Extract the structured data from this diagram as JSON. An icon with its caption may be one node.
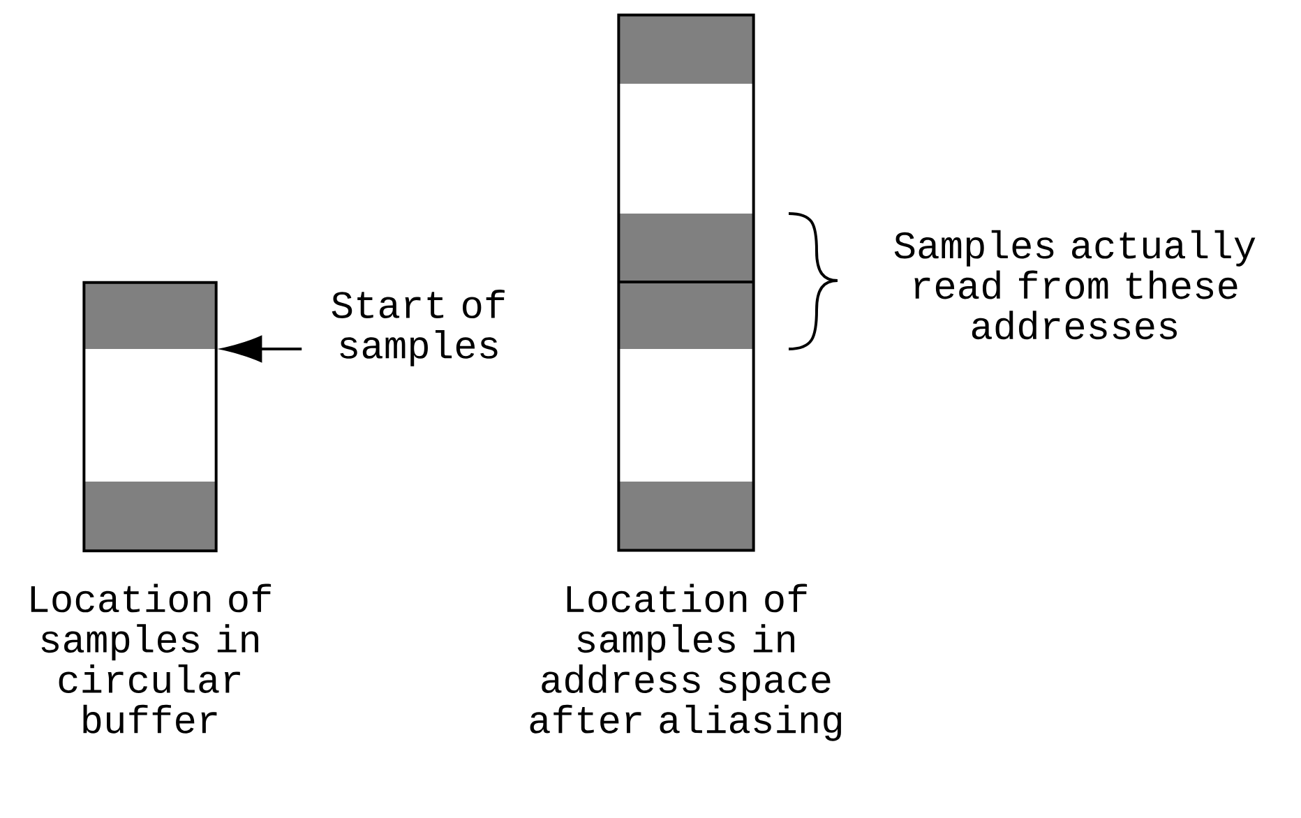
{
  "diagram": {
    "nodes": [
      {
        "text": [],
        "shape": "box",
        "beside": [
          "Location of samples in circular buffer"
        ]
      },
      {
        "text": [
          "Start of samples"
        ]
      },
      {
        "text": [],
        "shape": "box",
        "beside": [
          "Location of samples in address space after aliasing"
        ]
      }
    ],
    "edges": [
      {
        "from": 1,
        "to": 0,
        "arrow": "to"
      }
    ],
    "labels": [
      "Samples actually read from these addresses"
    ]
  }
}
